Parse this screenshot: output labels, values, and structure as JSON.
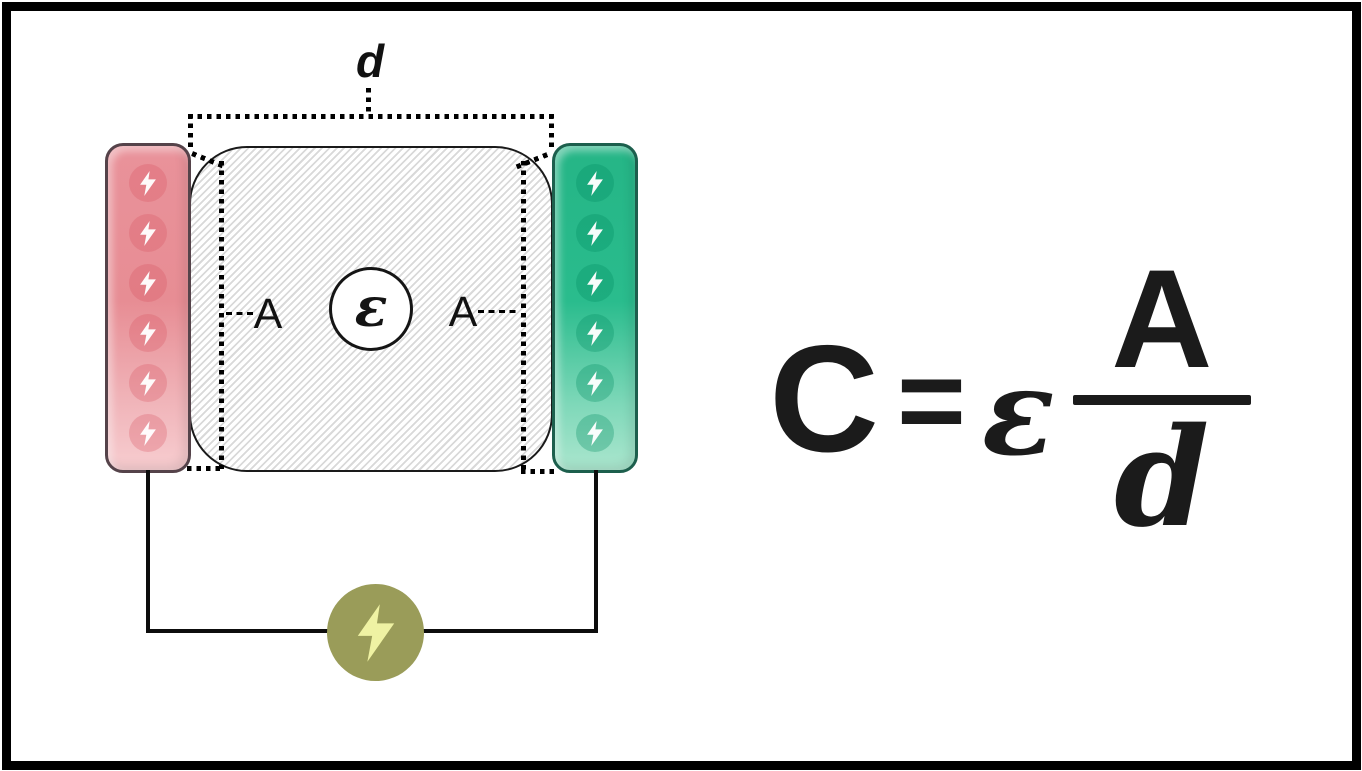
{
  "figure": {
    "type": "parallel-plate-capacitor-diagram",
    "labels": {
      "distance": "d",
      "area_left": "A",
      "area_right": "A",
      "permittivity": "ε"
    },
    "plates": {
      "left": {
        "fill_color": "#e78d94",
        "border_color": "#55434a",
        "bolt_count": 6
      },
      "right": {
        "fill_color": "#2abc8d",
        "border_color": "#1d5f4d",
        "bolt_count": 6
      }
    },
    "dielectric": {
      "hatch_line_color": "#d9d9d9",
      "outline_color": "#1a1a1a"
    },
    "battery": {
      "circle_color": "#9a9c59",
      "bolt_color": "#eff2a3"
    },
    "ink_color": "#111111"
  },
  "formula": {
    "lhs": "C",
    "equals": "=",
    "coefficient": "ε",
    "numerator": "A",
    "denominator": "d"
  }
}
